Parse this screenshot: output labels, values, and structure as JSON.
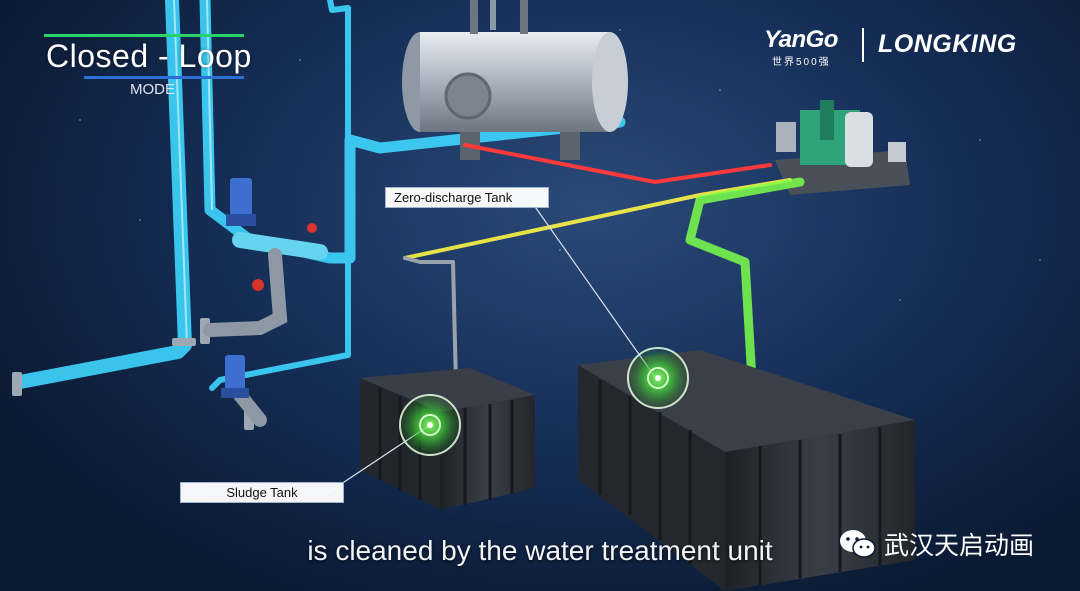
{
  "title": {
    "main": "Closed - Loop",
    "sub": "MODE"
  },
  "brands": {
    "yango": "YanGo",
    "yango_sub": "世界500强",
    "longking": "LONGKING"
  },
  "labels": {
    "zero_discharge_tank": "Zero-discharge Tank",
    "sludge_tank": "Sludge Tank"
  },
  "subtitle": "is cleaned by the water treatment unit",
  "watermark": {
    "icon": "wechat-icon",
    "text": "武汉天启动画"
  },
  "colors": {
    "pipe_cyan": "#3fd6ff",
    "pipe_green": "#7dff4a",
    "pipe_red": "#ff3a3a",
    "pipe_yellow": "#e8e24a",
    "tank_dark": "#2b2f35",
    "title_green": "#27d36a",
    "title_blue": "#2e6fd6"
  }
}
